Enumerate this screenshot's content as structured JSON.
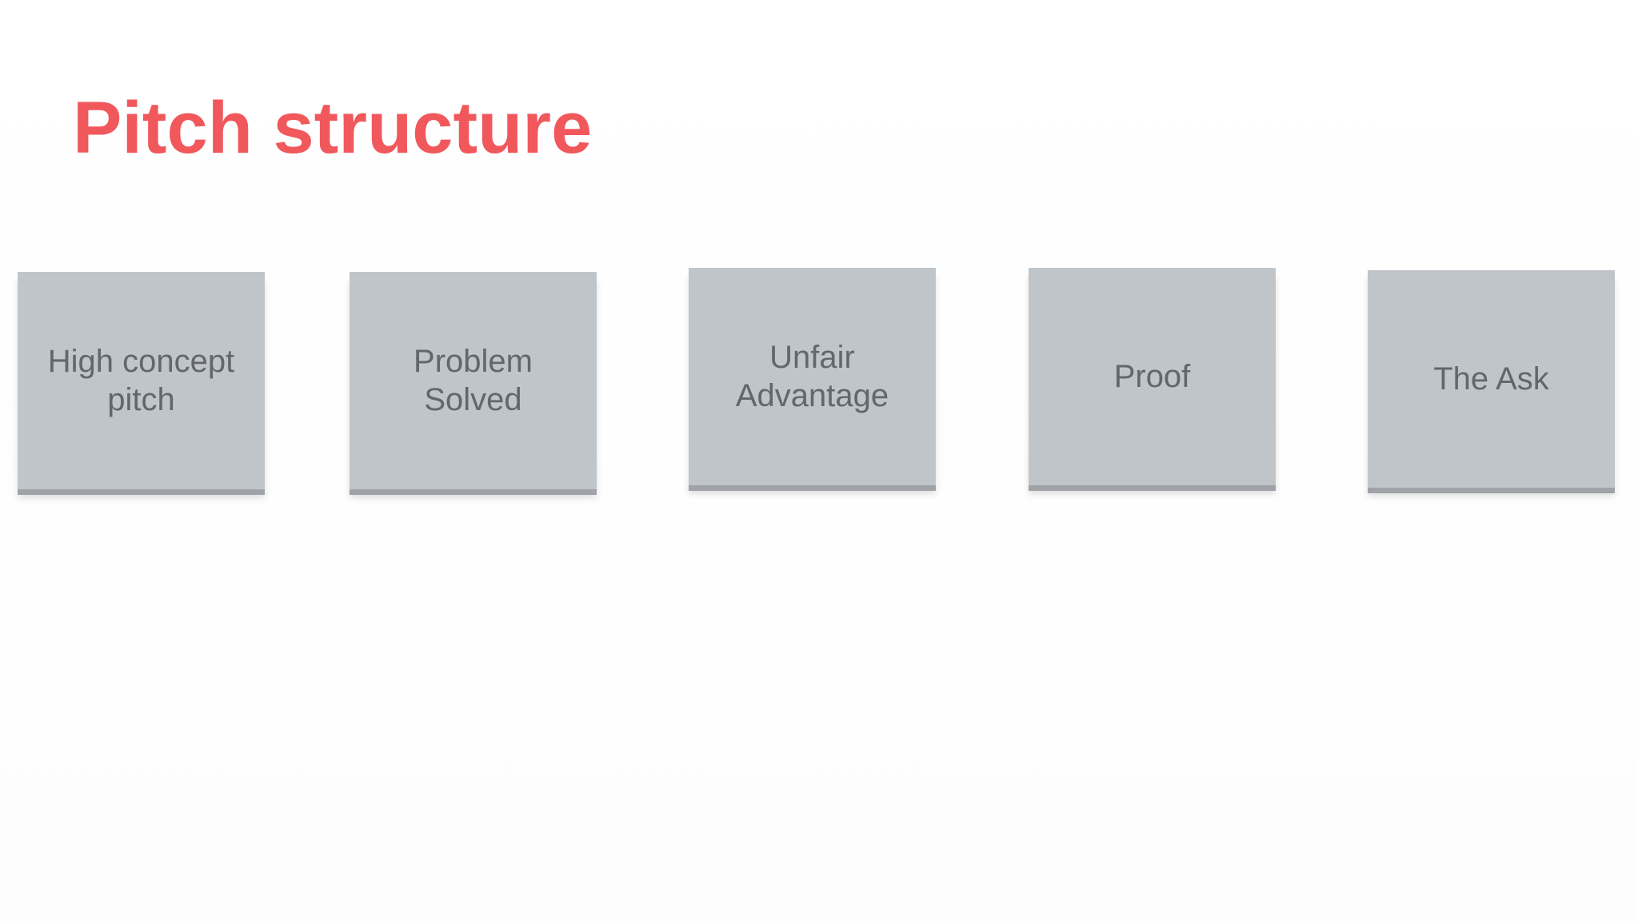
{
  "slide": {
    "title": "Pitch structure",
    "title_color": "#f0585c",
    "box_color": "#c0c5ca",
    "box_text_color": "#63676c",
    "steps": [
      {
        "label": "High concept\npitch"
      },
      {
        "label": "Problem\nSolved"
      },
      {
        "label": "Unfair\nAdvantage"
      },
      {
        "label": "Proof"
      },
      {
        "label": "The Ask"
      }
    ]
  }
}
